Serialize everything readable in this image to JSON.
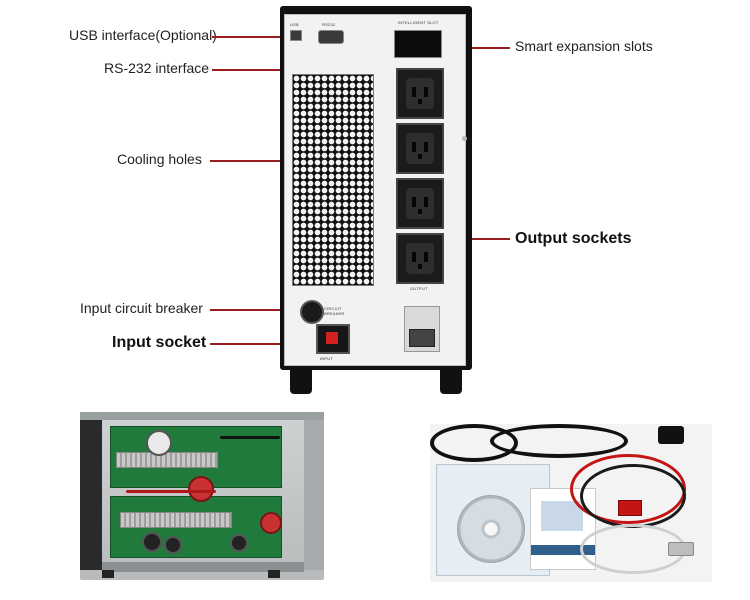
{
  "callouts": {
    "usb_interface": "USB interface(Optional)",
    "rs232_interface": "RS-232 interface",
    "cooling_holes": "Cooling holes",
    "input_circuit_breaker": "Input circuit breaker",
    "input_socket": "Input socket",
    "smart_expansion_slots": "Smart expansion slots",
    "output_sockets": "Output sockets"
  },
  "panel_text": {
    "usb_tag": "USB",
    "rs232_tag": "RS232",
    "slot_tag": "INTELLIGENT SLOT",
    "breaker_tag": "CIRCUIT BREAKER",
    "output_tag": "OUTPUT",
    "input_tag": "INPUT"
  },
  "colors": {
    "leader_line": "#9b1c1c",
    "ups_body": "#111111",
    "panel": "#f2f2f2"
  }
}
